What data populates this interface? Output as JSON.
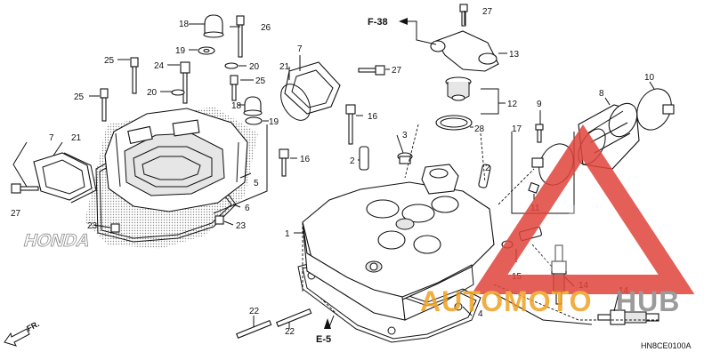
{
  "diagram": {
    "refs": {
      "f38": "F-38",
      "e5": "E-5",
      "fr": "FR.",
      "code": "HN8CE0100A"
    },
    "callouts": {
      "c27a": "27",
      "c13": "13",
      "c26": "26",
      "c18a": "18",
      "c19a": "19",
      "c25a": "25",
      "c24": "24",
      "c20a": "20",
      "c7a": "7",
      "c21a": "21",
      "c27b": "27",
      "c25b": "25",
      "c20b": "20",
      "c18b": "18",
      "c19b": "19",
      "c25c": "25",
      "c16a": "16",
      "c12": "12",
      "c10": "10",
      "c8": "8",
      "c9": "9",
      "c17": "17",
      "c28": "28",
      "c3": "3",
      "c2a": "2",
      "c16b": "16",
      "c2b": "2",
      "c7b": "7",
      "c21b": "21",
      "c27c": "27",
      "c5": "5",
      "c6": "6",
      "c23a": "23",
      "c23b": "23",
      "c1": "1",
      "c11": "11",
      "c15": "15",
      "c14a": "14",
      "c14b": "14",
      "c4": "4",
      "c22a": "22",
      "c22b": "22"
    }
  },
  "watermark": {
    "text_left": "AUTOMOTO",
    "text_right": "HUB",
    "color_orange": "#f0a020",
    "color_gray": "#8a8a8a",
    "color_red": "#e0443a"
  }
}
